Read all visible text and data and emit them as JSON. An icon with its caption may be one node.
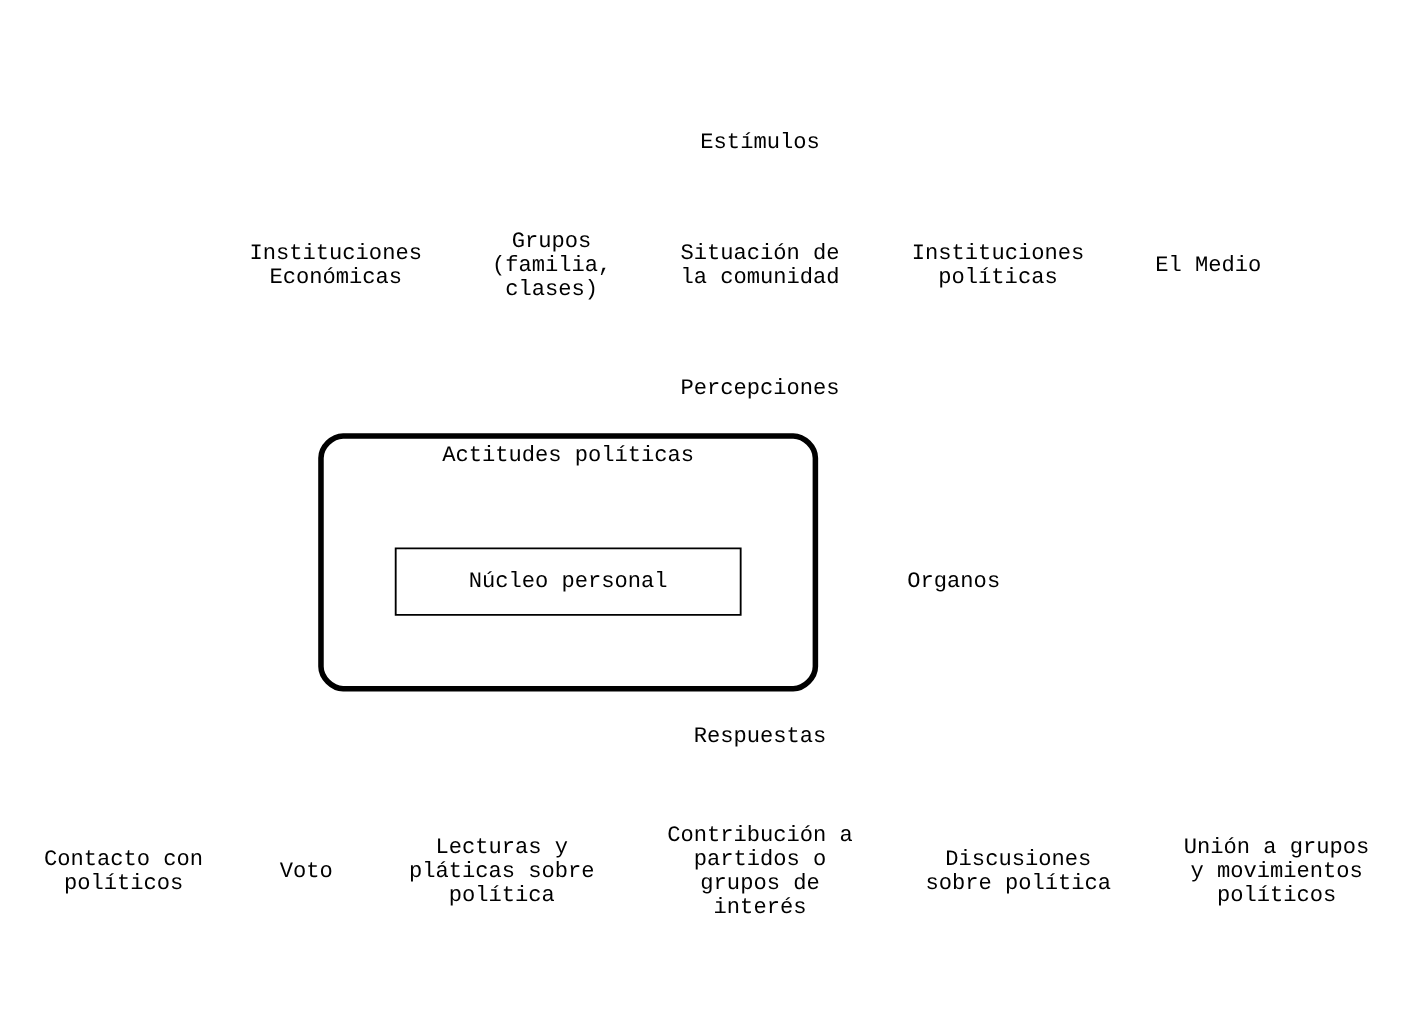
{
  "diagram": {
    "nodes": [
      {
        "text": [
          "Actitudes políticas"
        ]
      },
      {
        "text": [
          "Núcleo personal"
        ],
        "in": 0
      }
    ],
    "labels": [
      "Estímulos",
      "Instituciones Económicas",
      "Grupos (familia, clases)",
      "Situación de la comunidad",
      "Instituciones políticas",
      "El Medio",
      "Percepciones",
      "Organos",
      "Respuestas",
      "Contacto con políticos",
      "Voto",
      "Lecturas y pláticas sobre política",
      "Contribución a partidos o grupos de interés",
      "Discusiones sobre política",
      "Unión a grupos y movimientos políticos"
    ]
  }
}
